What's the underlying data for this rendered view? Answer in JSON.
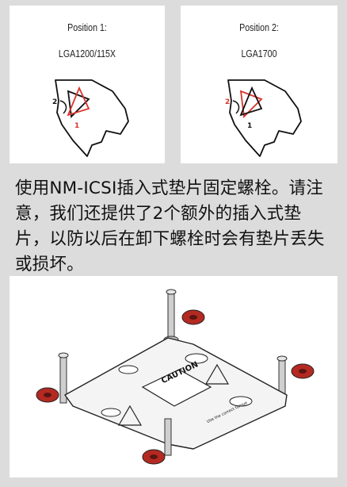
{
  "positions": [
    {
      "title": "Position 1:",
      "socket": "LGA1200/115X",
      "label_black": "2",
      "label_red": "1"
    },
    {
      "title": "Position 2:",
      "socket": "LGA1700",
      "label_black": "1",
      "label_red": "2"
    }
  ],
  "description": "使用NM-ICSI插入式垫片固定螺栓。请注意，我们还提供了2个额外的插入式垫片，以防以后在卸下螺栓时会有垫片丢失或损坏。",
  "bracket": {
    "caution_text": "CAUTION",
    "side_text": "Use the correct torque"
  },
  "colors": {
    "background": "#dcdcdc",
    "card": "#ffffff",
    "accent_red": "#d9342b"
  }
}
